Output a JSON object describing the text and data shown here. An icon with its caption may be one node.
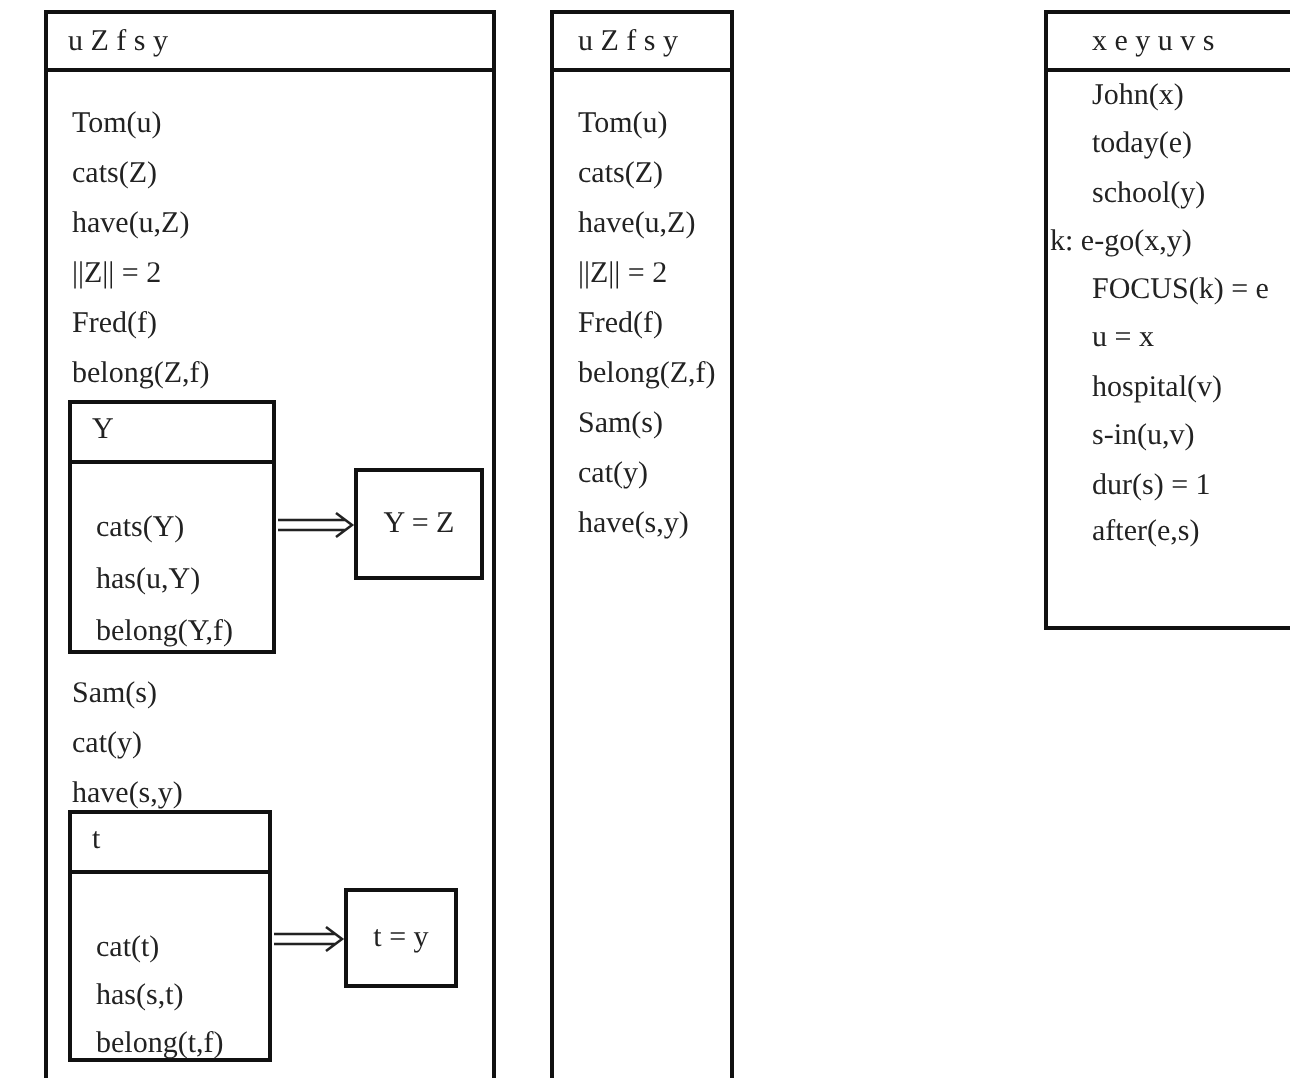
{
  "diagram": {
    "nodes": [
      {
        "text": [
          "u Z f s y",
          "Tom(u)",
          "cats(Z)",
          "have(u,Z)",
          "||Z|| = 2",
          "Fred(f)",
          "belong(Z,f)",
          "Sam(s)",
          "cat(y)",
          "have(s,y)"
        ]
      },
      {
        "text": [
          "Y",
          "cats(Y)",
          "has(u,Y)",
          "belong(Y,f)"
        ],
        "in": 0
      },
      {
        "text": [
          "Y = Z"
        ],
        "in": 0
      },
      {
        "text": [
          "t",
          "cat(t)",
          "has(s,t)",
          "belong(t,f)"
        ],
        "in": 0
      },
      {
        "text": [
          "t = y"
        ],
        "in": 0
      },
      {
        "text": [
          "u Z f s y",
          "Tom(u)",
          "cats(Z)",
          "have(u,Z)",
          "||Z|| = 2",
          "Fred(f)",
          "belong(Z,f)",
          "Sam(s)",
          "cat(y)",
          "have(s,y)"
        ]
      },
      {
        "text": [
          "x e y u v s",
          "John(x)",
          "today(e)",
          "school(y)",
          "k: e-go(x,y)",
          "FOCUS(k) = e",
          "u = x",
          "hospital(v)",
          "s-in(u,v)",
          "dur(s) = 1",
          "after(e,s)"
        ]
      }
    ],
    "edges": [
      {
        "from": 1,
        "to": 2,
        "arrow": "to"
      },
      {
        "from": 3,
        "to": 4,
        "arrow": "to"
      }
    ]
  }
}
